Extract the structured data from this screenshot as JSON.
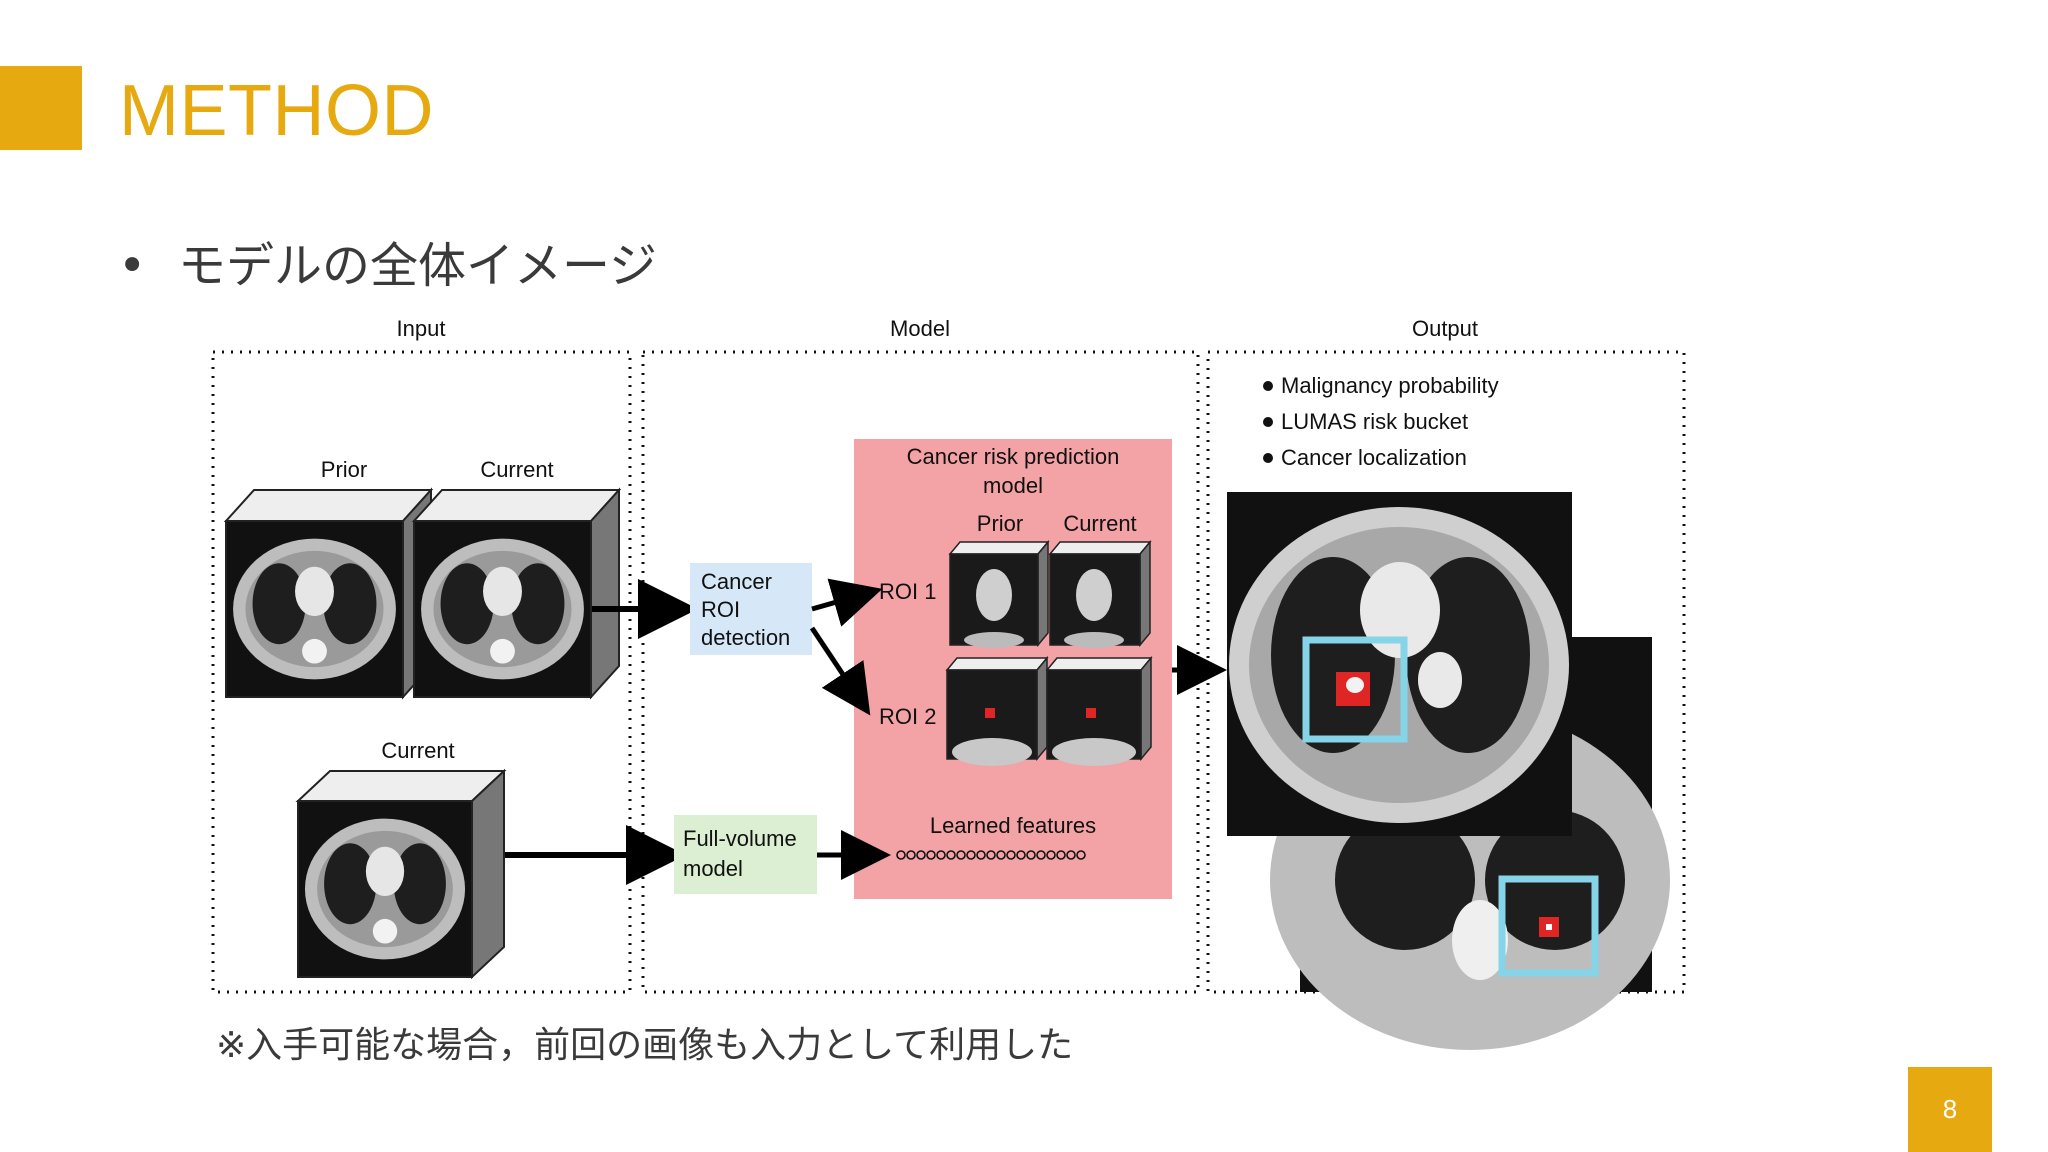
{
  "slide": {
    "title": "METHOD",
    "bullet": "モデルの全体イメージ",
    "footnote": "※入手可能な場合，前回の画像も入力として利用した",
    "page_number": "8",
    "accent_color": "#E7A910"
  },
  "diagram": {
    "sections": {
      "input": "Input",
      "model": "Model",
      "output": "Output"
    },
    "input": {
      "prior_label": "Prior",
      "current_label": "Current",
      "current_single_label": "Current"
    },
    "roi_detection": {
      "line1": "Cancer",
      "line2": "ROI",
      "line3": "detection"
    },
    "full_volume": {
      "line1": "Full-volume",
      "line2": "model"
    },
    "risk_model": {
      "title_line1": "Cancer risk prediction",
      "title_line2": "model",
      "prior_label": "Prior",
      "current_label": "Current",
      "roi1": "ROI 1",
      "roi2": "ROI 2",
      "learned_features": "Learned features"
    },
    "outputs": [
      "Malignancy probability",
      "LUMAS risk bucket",
      "Cancer localization"
    ]
  }
}
